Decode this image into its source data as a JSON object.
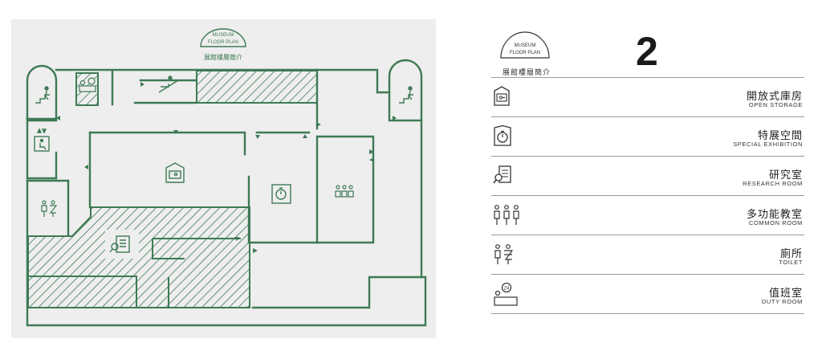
{
  "map": {
    "badge_line1": "MUSEUM",
    "badge_line2": "FLOOR PLAN",
    "subtitle_zh": "展館樓層簡介",
    "colors": {
      "wall": "#3e7a54",
      "background": "#eeeeee",
      "hatch": "#3e7a54"
    }
  },
  "legend": {
    "badge_line1": "MUSEUM",
    "badge_line2": "FLOOR PLAN",
    "subtitle_zh": "展館樓層簡介",
    "floor_number": "2",
    "items": [
      {
        "icon": "open-storage-icon",
        "zh": "開放式庫房",
        "en": "OPEN STORAGE"
      },
      {
        "icon": "special-exhibition-icon",
        "zh": "特展空間",
        "en": "SPECIAL EXHIBITION"
      },
      {
        "icon": "research-room-icon",
        "zh": "研究室",
        "en": "RESEARCH ROOM"
      },
      {
        "icon": "common-room-icon",
        "zh": "多功能教室",
        "en": "COMMON ROOM"
      },
      {
        "icon": "toilet-icon",
        "zh": "廁所",
        "en": "TOILET"
      },
      {
        "icon": "duty-room-icon",
        "zh": "值班室",
        "en": "DUTY ROOM"
      }
    ],
    "duty_badge": "24"
  }
}
